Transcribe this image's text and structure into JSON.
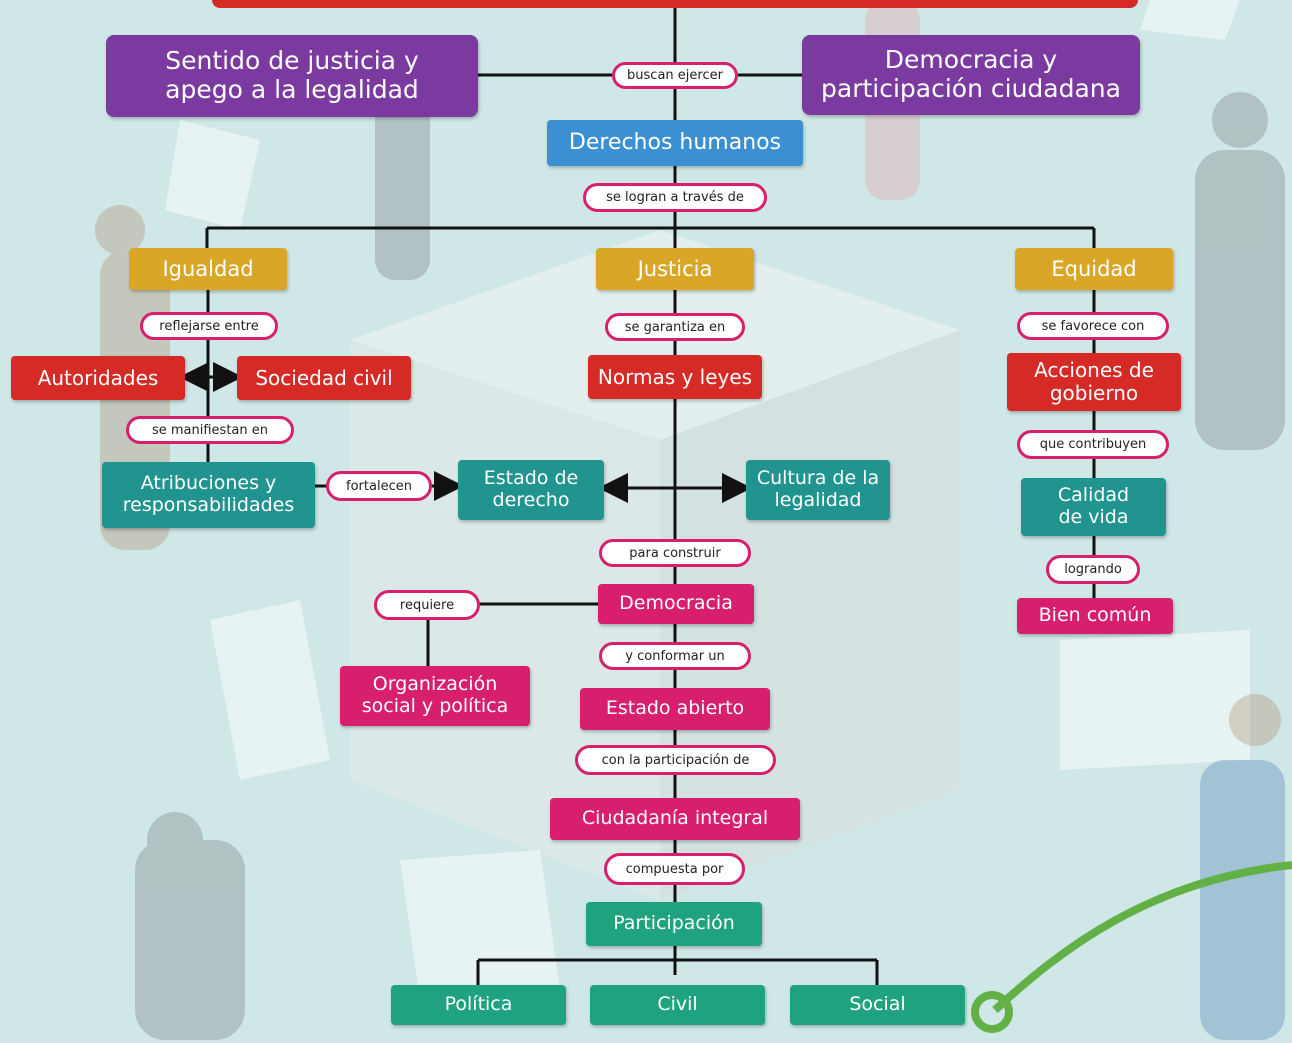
{
  "diagram": {
    "nodes": {
      "sentido": "Sentido de justicia y apego a la legalidad",
      "democracia_participacion": "Democracia y participación ciudadana",
      "derechos": "Derechos humanos",
      "igualdad": "Igualdad",
      "justicia": "Justicia",
      "equidad": "Equidad",
      "autoridades": "Autoridades",
      "sociedad": "Sociedad civil",
      "normas": "Normas y leyes",
      "acciones": "Acciones de gobierno",
      "atribuciones": "Atribuciones y responsabilidades",
      "estado_derecho": "Estado de derecho",
      "cultura": "Cultura de la legalidad",
      "calidad": "Calidad de vida",
      "democracia": "Democracia",
      "bien_comun": "Bien común",
      "organizacion": "Organización social y política",
      "estado_abierto": "Estado abierto",
      "ciudadania": "Ciudadanía integral",
      "participacion": "Participación",
      "politica": "Política",
      "civil": "Civil",
      "social": "Social"
    },
    "connectors": {
      "buscan": "buscan ejercer",
      "logran": "se logran a través de",
      "reflejarse": "reflejarse entre",
      "garantiza": "se garantiza en",
      "favorece": "se favorece con",
      "manifiestan": "se manifiestan en",
      "contribuyen": "que contribuyen",
      "fortalecen": "fortalecen",
      "construir": "para construir",
      "logrando": "logrando",
      "requiere": "requiere",
      "conformar": "y conformar un",
      "participacion_de": "con la participación de",
      "compuesta": "compuesta por"
    }
  },
  "colors": {
    "purple": "#7b3aa0",
    "blue": "#3b8fd3",
    "gold": "#d9a627",
    "red": "#d52a26",
    "teal": "#21948f",
    "pink": "#d71f6e",
    "green": "#1fa37e",
    "background": "#cfe7e6"
  }
}
